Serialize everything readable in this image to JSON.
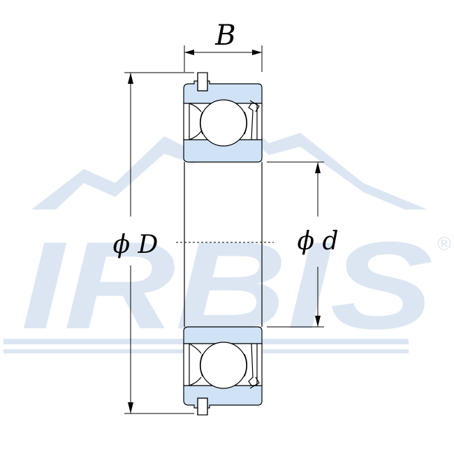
{
  "watermark": {
    "brand": "IRBIS",
    "registered": "®",
    "color": "#dce6f3"
  },
  "dimensions": {
    "width_label": "B",
    "outer_label": "ϕ D",
    "inner_label": "ϕ d"
  },
  "colors": {
    "ring_fill": "#cfe2f6",
    "line": "#000000"
  }
}
